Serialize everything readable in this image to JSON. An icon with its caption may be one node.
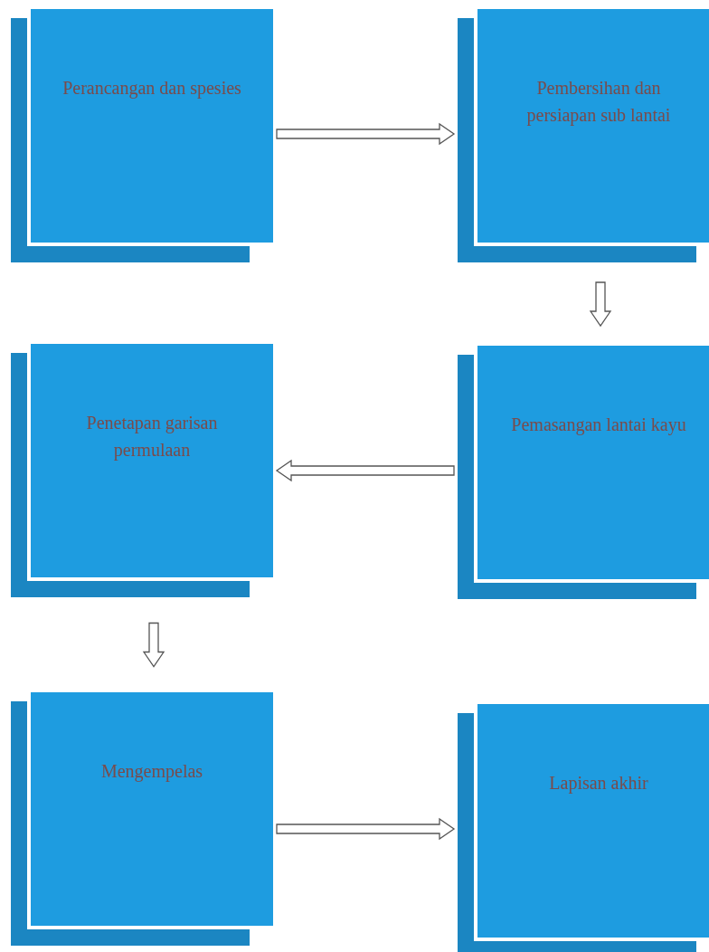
{
  "diagram": {
    "nodes": [
      {
        "text": [
          "Perancangan dan spesies"
        ]
      },
      {
        "text": [
          "Pembersihan dan persiapan sub lantai"
        ]
      },
      {
        "text": [
          "Penetapan garisan permulaan"
        ]
      },
      {
        "text": [
          "Pemasangan lantai kayu"
        ]
      },
      {
        "text": [
          "Mengempelas"
        ]
      },
      {
        "text": [
          "Lapisan akhir"
        ]
      }
    ],
    "edges": [
      {
        "from": 0,
        "to": 1,
        "arrow": "to"
      },
      {
        "from": 1,
        "to": 3,
        "arrow": "to"
      },
      {
        "from": 3,
        "to": 2,
        "arrow": "to"
      },
      {
        "from": 2,
        "to": 4,
        "arrow": "to"
      },
      {
        "from": 4,
        "to": 5,
        "arrow": "to"
      }
    ]
  }
}
